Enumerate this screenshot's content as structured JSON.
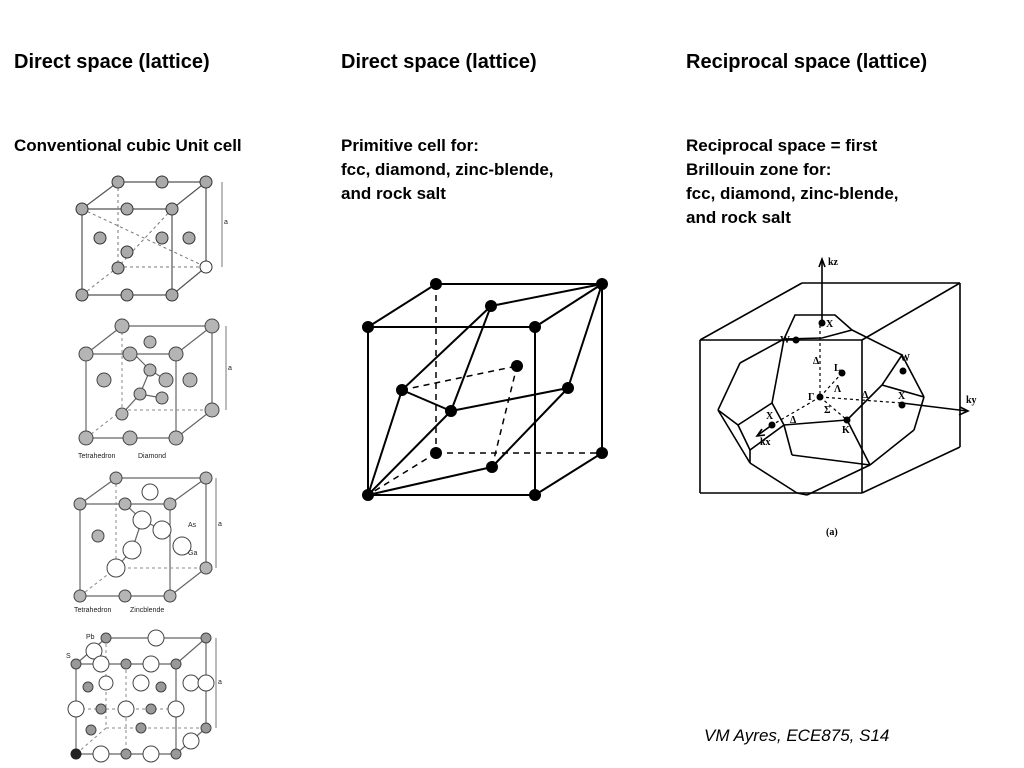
{
  "columns": [
    {
      "heading": "Direct space (lattice)",
      "subtitle_lines": [
        "Conventional cubic Unit cell"
      ]
    },
    {
      "heading": "Direct space (lattice)",
      "subtitle_lines": [
        "Primitive cell for:",
        "fcc, diamond, zinc-blende,",
        "and rock salt"
      ]
    },
    {
      "heading": "Reciprocal space (lattice)",
      "subtitle_lines": [
        "Reciprocal space = first",
        "Brillouin zone for:",
        "fcc, diamond, zinc-blende,",
        "and rock salt"
      ]
    }
  ],
  "figures": {
    "fcc_cube": {
      "axis_label": "a"
    },
    "diamond_cube": {
      "captions": [
        "Tetrahedron",
        "Diamond"
      ],
      "axis_label": "a"
    },
    "zincblende_cube": {
      "captions": [
        "Tetrahedron",
        "Zincblende"
      ],
      "atoms": [
        "As",
        "Ga"
      ],
      "axis_label": "a"
    },
    "rocksalt_cube": {
      "atoms": [
        "Pb",
        "S"
      ],
      "axis_label": "a"
    },
    "brillouin_zone": {
      "axes": [
        "kz",
        "ky",
        "kx"
      ],
      "points": [
        "X",
        "W",
        "W",
        "L",
        "Γ",
        "Δ",
        "Λ",
        "Δ",
        "X",
        "Δ",
        "Σ",
        "K",
        "X"
      ],
      "caption": "(a)"
    }
  },
  "footer": "VM Ayres, ECE875, S14"
}
